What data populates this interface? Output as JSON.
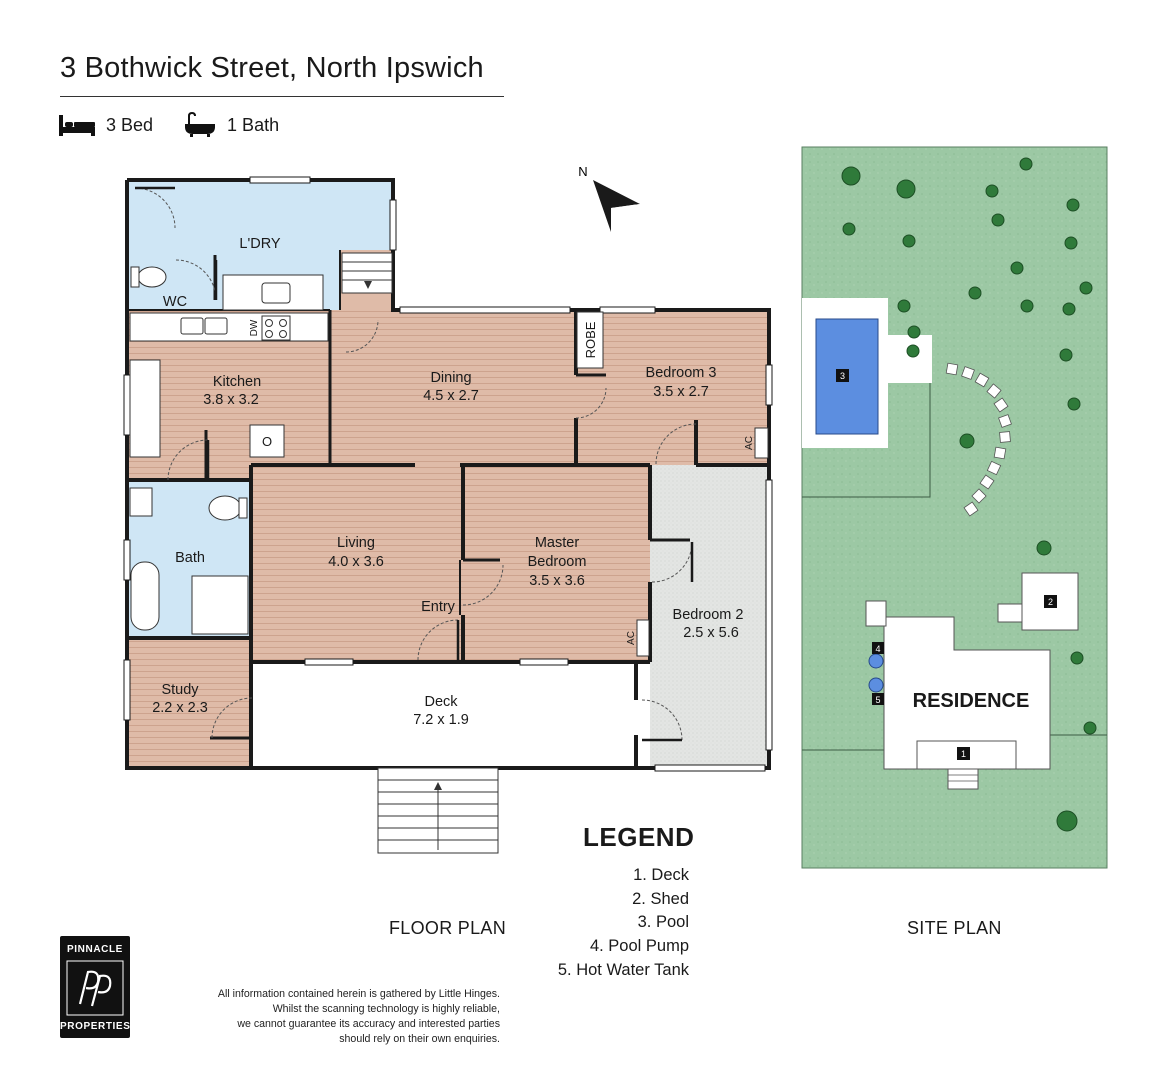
{
  "header": {
    "address": "3 Bothwick Street, North Ipswich",
    "beds": "3 Bed",
    "baths": "1 Bath"
  },
  "floor_plan": {
    "label": "FLOOR PLAN",
    "compass": "N",
    "rooms": {
      "laundry": "L'DRY",
      "wc": "WC",
      "kitchen": "Kitchen",
      "kitchen_dim": "3.8 x 3.2",
      "dining": "Dining",
      "dining_dim": "4.5 x 2.7",
      "bedroom3": "Bedroom 3",
      "bedroom3_dim": "3.5 x 2.7",
      "robe": "ROBE",
      "bath": "Bath",
      "living": "Living",
      "living_dim": "4.0 x 3.6",
      "master": "Master",
      "master2": "Bedroom",
      "master_dim": "3.5 x 3.6",
      "bedroom2": "Bedroom 2",
      "bedroom2_dim": "2.5 x 5.6",
      "entry": "Entry",
      "study": "Study",
      "study_dim": "2.2 x 2.3",
      "deck": "Deck",
      "deck_dim": "7.2 x 1.9"
    },
    "fixtures": {
      "dw": "DW",
      "ac": "AC",
      "oven": "O"
    }
  },
  "site_plan": {
    "label": "SITE PLAN",
    "residence": "RESIDENCE",
    "markers": [
      "1",
      "2",
      "3",
      "4",
      "5"
    ]
  },
  "legend": {
    "title": "LEGEND",
    "items": [
      "1. Deck",
      "2. Shed",
      "3. Pool",
      "4. Pool Pump",
      "5. Hot Water Tank"
    ]
  },
  "logo": {
    "top": "PINNACLE",
    "monogram": "PP",
    "bottom": "PROPERTIES"
  },
  "disclaimer": [
    "All information contained herein is gathered by Little Hinges.",
    "Whilst the scanning technology is highly reliable,",
    "we cannot guarantee its accuracy and interested parties",
    "should rely on their own enquiries."
  ],
  "colors": {
    "timber": "#dfbba8",
    "wet_area": "#cfe6f5",
    "carpet": "#e4e6e4",
    "deck": "#ffffff",
    "wall": "#1a1a1a",
    "site_grass": "#9cc8a4",
    "pool": "#5c8ee0"
  }
}
